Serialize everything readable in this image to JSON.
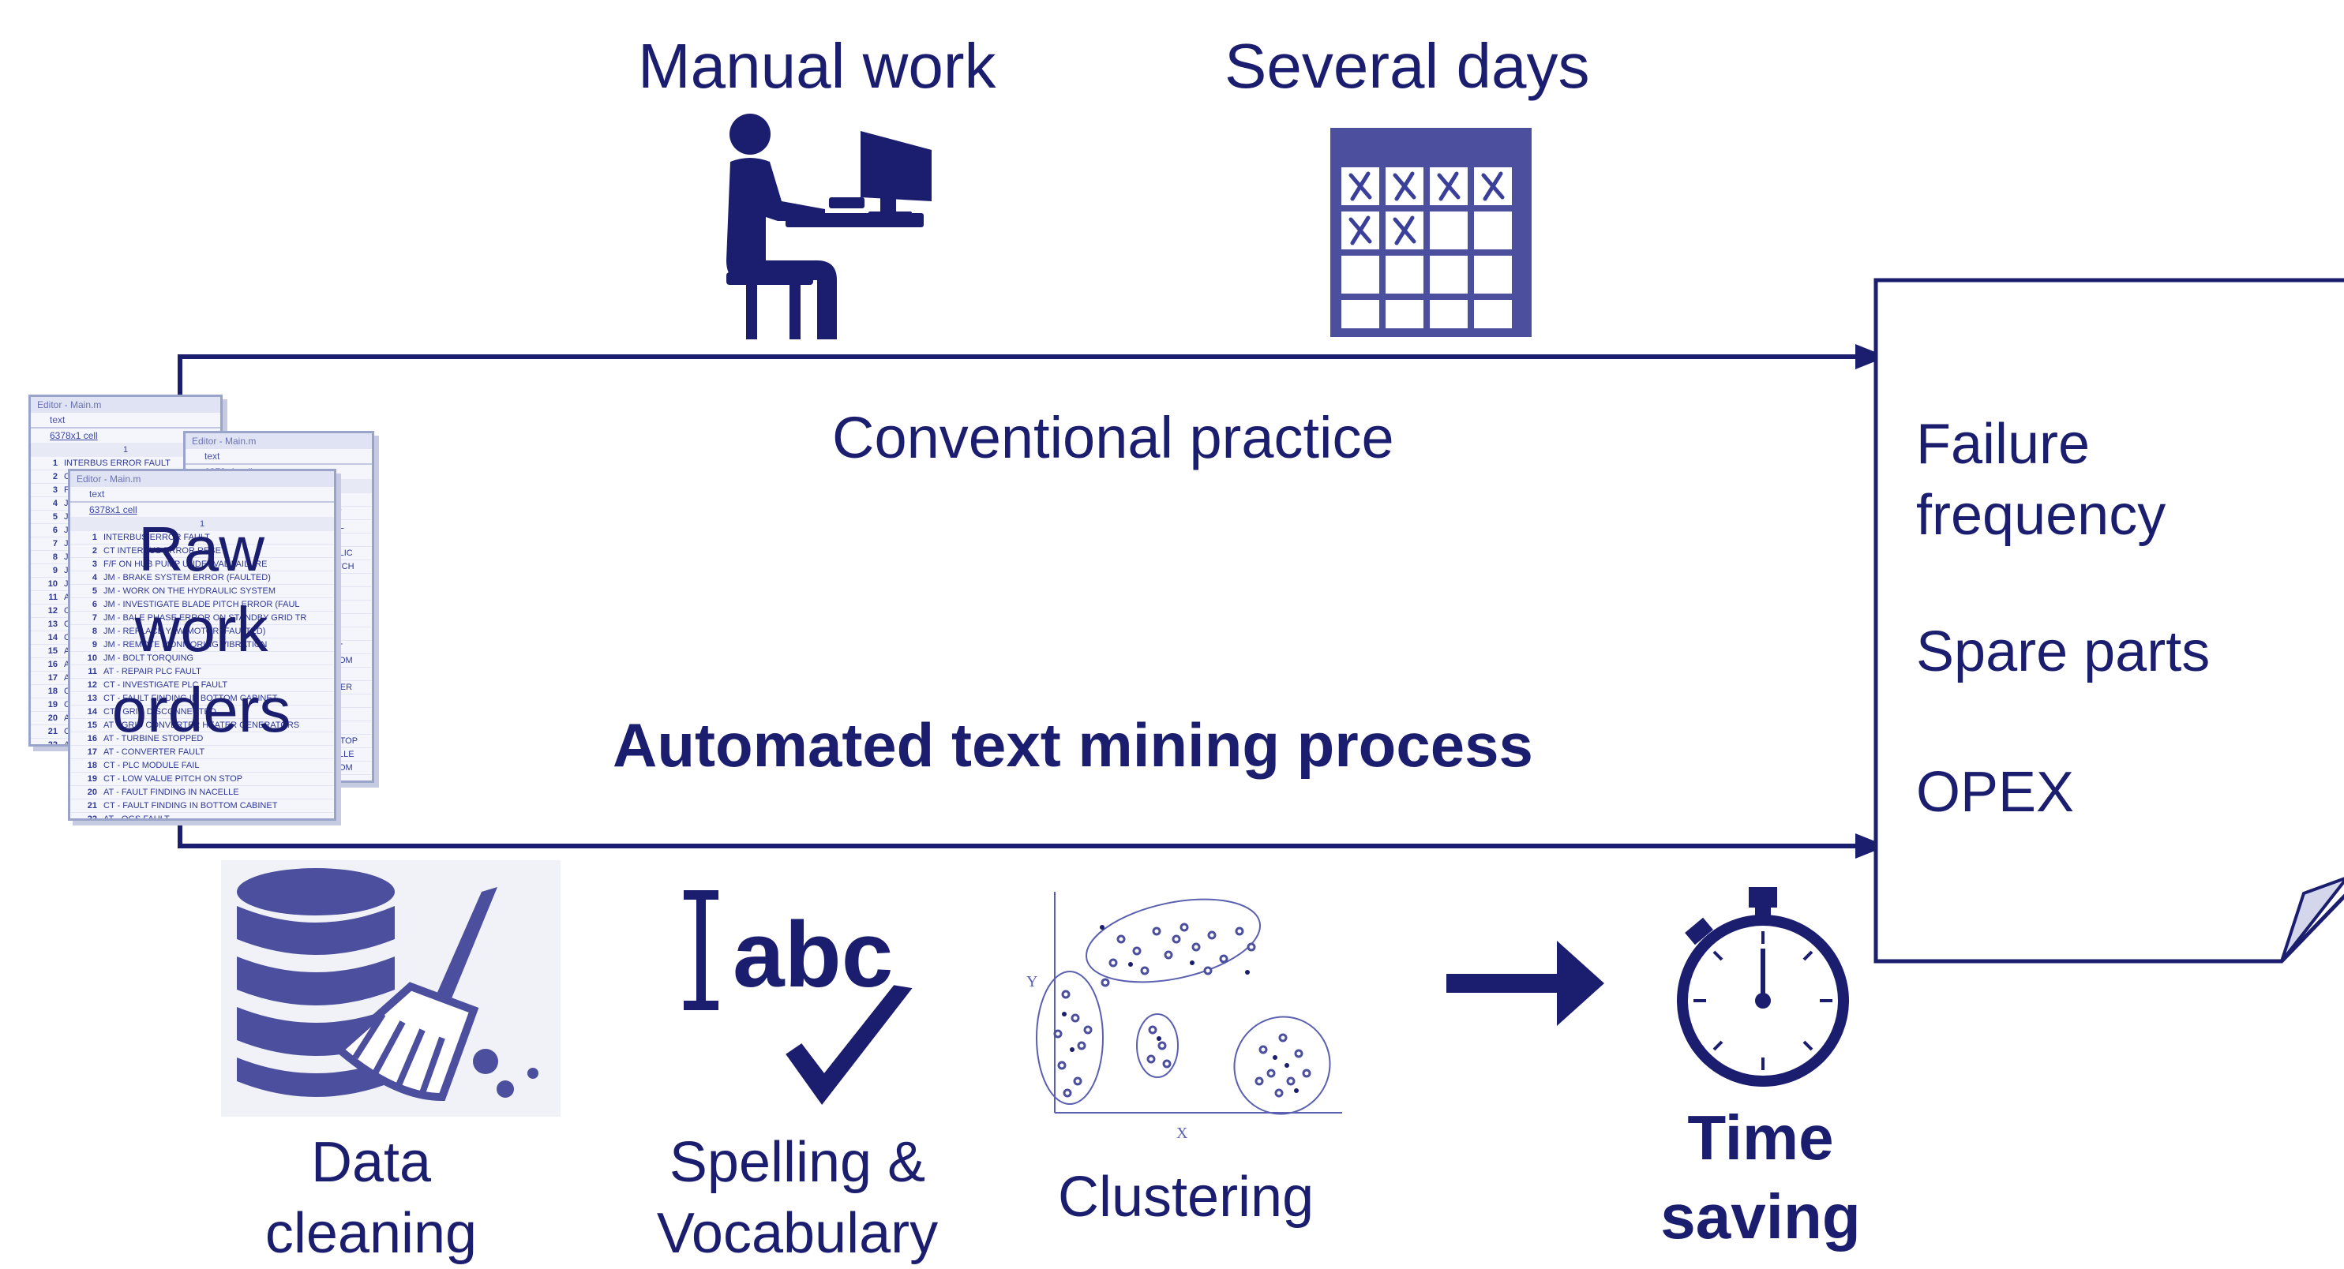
{
  "header": {
    "manual_work": "Manual work",
    "several_days": "Several days"
  },
  "flow": {
    "conventional": "Conventional practice",
    "automated": "Automated text mining process"
  },
  "input": {
    "label_lines": [
      "Raw",
      "work",
      "orders"
    ],
    "editor": {
      "title": "Editor - Main.m",
      "tab": "text",
      "size": "6378x1 cell",
      "column": "1",
      "rows": [
        "INTERBUS ERROR FAULT",
        "CT INTERBUS ERROR RESET",
        "F/F ON HUB PUMP UNDERVAL FAILURE",
        "JM - BRAKE SYSTEM ERROR (FAULTED)",
        "JM - WORK ON THE HYDRAULIC SYSTEM",
        "JM - INVESTIGATE BLADE PITCH ERROR (FAUL",
        "JM - BALE PHASE ERROR ON STANDBY GRID TR",
        "JM - REPLACE YAW MOTOR (FAULTED)",
        "JM - REMOTE MONITORING VIBRATION",
        "JM - BOLT TORQUING",
        "AT - REPAIR PLC FAULT",
        "CT - INVESTIGATE PLC FAULT",
        "CT - FAULT FINDING IN BOTTOM CABINET",
        "CT - GRID DISCONNECTED",
        "AT - GRID CONVERTER HEATER GENERATORS",
        "AT - TURBINE STOPPED",
        "AT - CONVERTER FAULT",
        "CT - PLC MODULE FAIL",
        "CT - LOW VALUE PITCH ON STOP",
        "AT - FAULT FINDING IN NACELLE",
        "CT - FAULT FINDING IN BOTTOM CABINET",
        "AT - OGS FAULT"
      ]
    }
  },
  "output": {
    "items": [
      "Failure",
      "frequency",
      "Spare parts",
      "OPEX"
    ]
  },
  "steps": {
    "data_cleaning": [
      "Data",
      "cleaning"
    ],
    "spelling": [
      "Spelling &",
      "Vocabulary"
    ],
    "clustering": "Clustering",
    "abc_glyph": "abc",
    "axis_x": "X",
    "axis_y": "Y",
    "time_saving": [
      "Time",
      "saving"
    ]
  },
  "icons": {
    "person": "person-at-computer-icon",
    "calendar": "calendar-icon",
    "database": "database-broom-icon",
    "spellcheck": "spellcheck-icon",
    "scatter": "cluster-scatter-icon",
    "arrow": "right-arrow-icon",
    "stopwatch": "stopwatch-icon",
    "document": "document-icon"
  },
  "colors": {
    "primary": "#1b1e6e",
    "light": "#5a5fb0"
  }
}
